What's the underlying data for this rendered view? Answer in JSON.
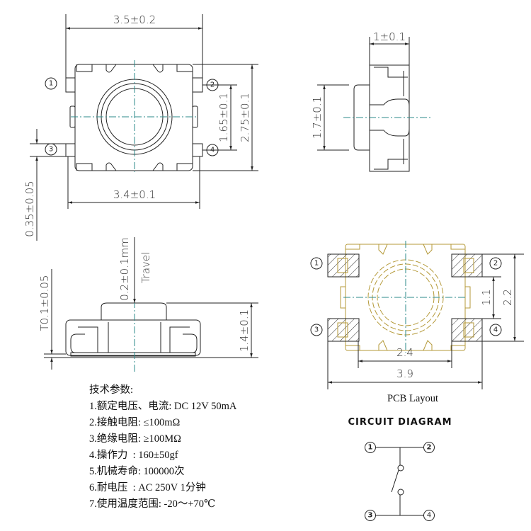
{
  "top_view": {
    "width_outer": "3.5±0.2",
    "width_body": "3.4±0.1",
    "height_body": "2.75±0.1",
    "pin_pitch": "1.65±0.1",
    "pin_width": "0.35±0.05",
    "pins": [
      "1",
      "2",
      "3",
      "4"
    ]
  },
  "side_view": {
    "depth": "1±0.1",
    "button_height": "1.7±0.1"
  },
  "front_view": {
    "travel_value": "0.2±0.1mm",
    "travel_label": "Travel",
    "total_height": "1.4±0.1",
    "terminal_thickness": "T0.1±0.05"
  },
  "pcb_layout": {
    "title": "PCB Layout",
    "inner_width": "2.4",
    "outer_width": "3.9",
    "inner_height": "1.1",
    "outer_height": "2.2",
    "pins": [
      "1",
      "2",
      "3",
      "4"
    ]
  },
  "circuit": {
    "title": "CIRCUIT DIAGRAM",
    "pins": [
      "1",
      "2",
      "3",
      "4"
    ]
  },
  "specs": {
    "heading": "技术参数:",
    "items": [
      "1.额定电压、电流: DC 12V 50mA",
      "2.接触电阻: ≤100mΩ",
      "3.绝缘电阻: ≥100MΩ",
      "4.操作力  : 160±50gf",
      "5.机械寿命: 100000次",
      "6.耐电压  : AC 250V 1分钟",
      "7.使用温度范围: -20～+70℃"
    ]
  },
  "colors": {
    "line": "#222222",
    "pcb_outline": "#b59a3a",
    "centerline": "#2b8a8a"
  }
}
